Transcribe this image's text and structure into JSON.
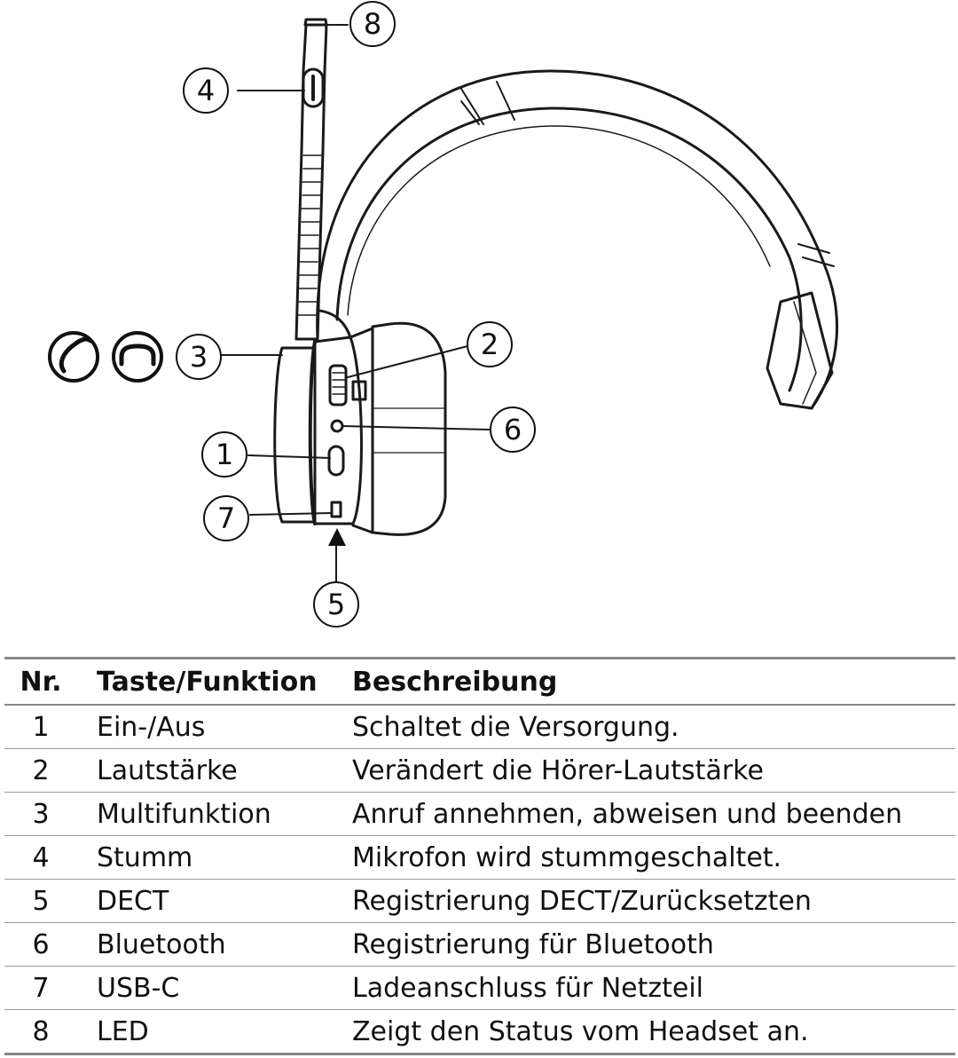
{
  "callouts": [
    "1",
    "2",
    "3",
    "4",
    "5",
    "6",
    "7",
    "8"
  ],
  "icons": {
    "call-answer": "phone-handset-icon",
    "call-end": "hang-up-icon"
  },
  "table": {
    "headers": {
      "nr": "Nr.",
      "key": "Taste/Funktion",
      "desc": "Beschreibung"
    },
    "rows": [
      {
        "nr": "1",
        "key": "Ein-/Aus",
        "desc": "Schaltet die Versorgung."
      },
      {
        "nr": "2",
        "key": "Lautstärke",
        "desc": "Verändert die Hörer-Lautstärke"
      },
      {
        "nr": "3",
        "key": "Multifunktion",
        "desc": "Anruf annehmen, abweisen und beenden"
      },
      {
        "nr": "4",
        "key": "Stumm",
        "desc": "Mikrofon wird stummgeschaltet."
      },
      {
        "nr": "5",
        "key": "DECT",
        "desc": "Registrierung DECT/Zurücksetzten"
      },
      {
        "nr": "6",
        "key": "Bluetooth",
        "desc": "Registrierung für Bluetooth"
      },
      {
        "nr": "7",
        "key": "USB-C",
        "desc": "Ladeanschluss für Netzteil"
      },
      {
        "nr": "8",
        "key": "LED",
        "desc": "Zeigt den Status vom Headset an."
      }
    ]
  }
}
